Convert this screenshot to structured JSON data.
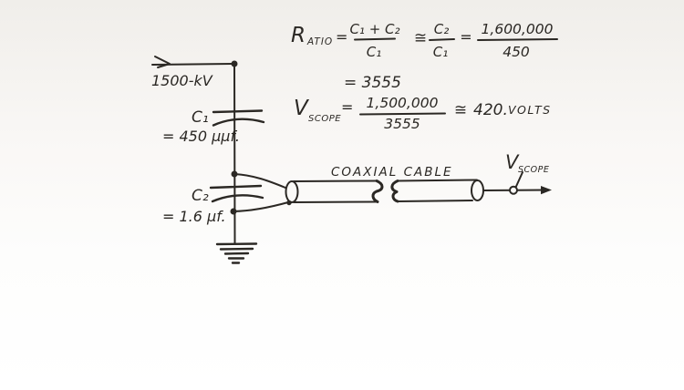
{
  "ink_color": "#2b2824",
  "paper_color": "#fbfaf8",
  "equations": {
    "ratio": {
      "var": "R",
      "var_sub": "ATIO",
      "eq1": "=",
      "frac1": {
        "num": "C₁ + C₂",
        "den": "C₁"
      },
      "approx": "≅",
      "frac2": {
        "num": "C₂",
        "den": "C₁"
      },
      "eq2": "=",
      "frac3": {
        "num": "1,600,000",
        "den": "450"
      },
      "result_line": "= 3555"
    },
    "vscope": {
      "var": "V",
      "var_sub": "SCOPE",
      "eq": "=",
      "frac": {
        "num": "1,500,000",
        "den": "3555"
      },
      "approx": "≅",
      "value": "420.",
      "unit": "VOLTS"
    }
  },
  "circuit": {
    "source_label": "1500-kV",
    "c1_name": "C₁",
    "c1_value": "= 450 μμf.",
    "c2_name": "C₂",
    "c2_value": "= 1.6 μf.",
    "coax_label": "COAXIAL CABLE",
    "output_var": "V",
    "output_var_sub": "SCOPE"
  }
}
